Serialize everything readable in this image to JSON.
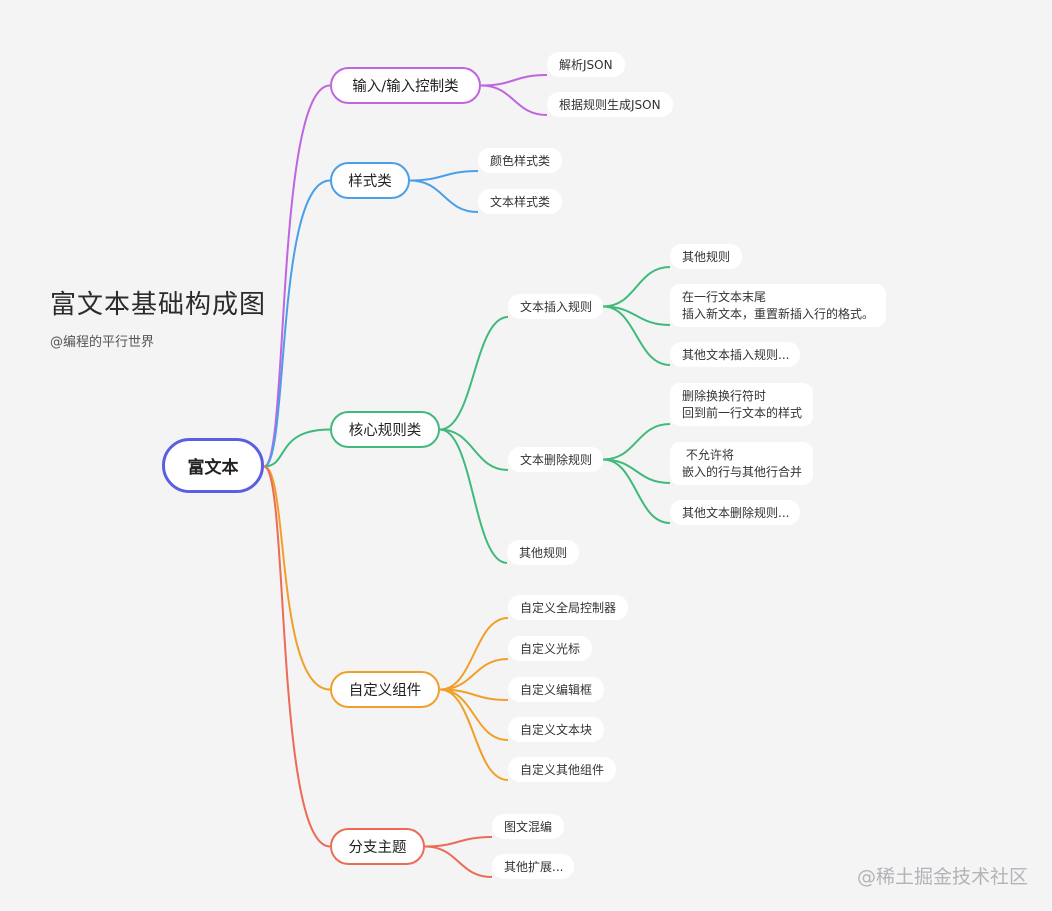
{
  "title": "富文本基础构成图",
  "subtitle": "@编程的平行世界",
  "watermark": "@稀土掘金技术社区",
  "colors": {
    "root": "#5a5fe0",
    "input": "#c065e0",
    "style": "#4a9fe8",
    "core": "#3fba7a",
    "custom": "#f0a02a",
    "branchTopic": "#ec6b55"
  },
  "root": {
    "label": "富文本"
  },
  "branches": [
    {
      "label": "输入/输入控制类",
      "color": "input",
      "children": [
        {
          "label": "解析JSON"
        },
        {
          "label": "根据规则生成JSON"
        }
      ]
    },
    {
      "label": "样式类",
      "color": "style",
      "children": [
        {
          "label": "颜色样式类"
        },
        {
          "label": "文本样式类"
        }
      ]
    },
    {
      "label": "核心规则类",
      "color": "core",
      "children": [
        {
          "label": "文本插入规则",
          "children": [
            {
              "lines": [
                "其他规则"
              ]
            },
            {
              "lines": [
                "在一行文本末尾",
                "插入新文本，重置新插入行的格式。"
              ]
            },
            {
              "lines": [
                "其他文本插入规则..."
              ]
            }
          ]
        },
        {
          "label": "文本删除规则",
          "children": [
            {
              "lines": [
                "删除换换行符时",
                "回到前一行文本的样式"
              ]
            },
            {
              "lines": [
                " 不允许将",
                "嵌入的行与其他行合并"
              ]
            },
            {
              "lines": [
                "其他文本删除规则..."
              ]
            }
          ]
        },
        {
          "label": "其他规则"
        }
      ]
    },
    {
      "label": "自定义组件",
      "color": "custom",
      "children": [
        {
          "label": "自定义全局控制器"
        },
        {
          "label": "自定义光标"
        },
        {
          "label": "自定义编辑框"
        },
        {
          "label": "自定义文本块"
        },
        {
          "label": "自定义其他组件"
        }
      ]
    },
    {
      "label": "分支主题",
      "color": "branchTopic",
      "children": [
        {
          "label": "图文混编"
        },
        {
          "label": "其他扩展..."
        }
      ]
    }
  ]
}
